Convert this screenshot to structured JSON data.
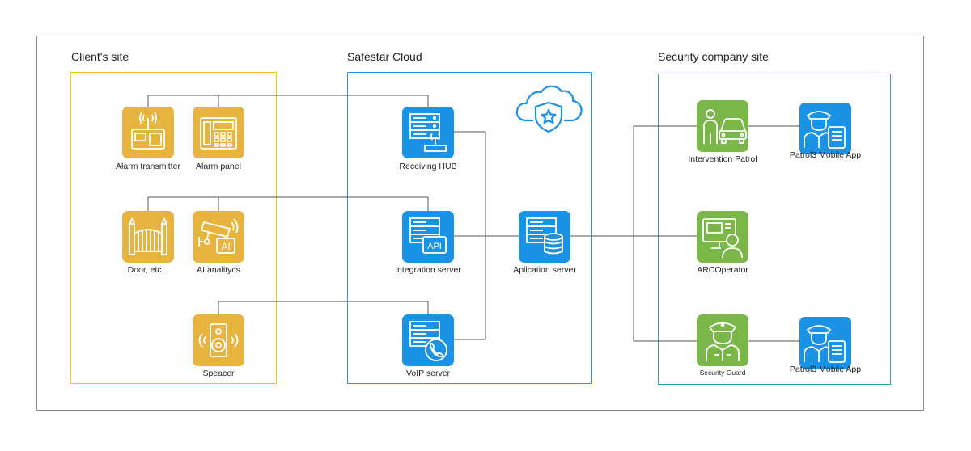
{
  "groups": {
    "client": {
      "title": "Client's site",
      "border_color": "#f0c419"
    },
    "cloud": {
      "title": "Safestar Cloud",
      "border_color": "#2f8fe6"
    },
    "security": {
      "title": "Security company site",
      "border_color": "#2aa3b0"
    }
  },
  "nodes": {
    "alarm_transmitter": {
      "label": "Alarm transmitter",
      "icon": "alarm-transmitter-icon"
    },
    "alarm_panel": {
      "label": "Alarm panel",
      "icon": "alarm-panel-icon"
    },
    "door": {
      "label": "Door, etc...",
      "icon": "gate-icon"
    },
    "ai_analytics": {
      "label": "AI analitycs",
      "icon": "ai-camera-icon"
    },
    "speaker": {
      "label": "Speacer",
      "icon": "speaker-icon"
    },
    "receiving_hub": {
      "label": "Receiving HUB",
      "icon": "server-antenna-icon"
    },
    "integration_server": {
      "label": "Integration server",
      "icon": "server-api-icon",
      "badge": "API"
    },
    "voip_server": {
      "label": "VoIP server",
      "icon": "server-phone-icon"
    },
    "application_server": {
      "label": "Aplication server",
      "icon": "server-database-icon"
    },
    "intervention_patrol": {
      "label": "Intervention Patrol",
      "icon": "patrol-car-icon"
    },
    "patrol3_app_top": {
      "label": "Patrol3 Mobile App",
      "icon": "officer-phone-icon"
    },
    "arc_operator": {
      "label": "ARCOperator",
      "icon": "operator-monitor-icon"
    },
    "security_guard": {
      "label": "Security Guard",
      "icon": "security-guard-icon"
    },
    "patrol3_app_bottom": {
      "label": "Patrol3 Mobile App",
      "icon": "officer-phone-icon"
    }
  },
  "cloud_icon": "cloud-shield-star-icon",
  "colors": {
    "yellow": "#e8b440",
    "blue": "#1a93e6",
    "green": "#7ab648",
    "line": "#555555"
  }
}
